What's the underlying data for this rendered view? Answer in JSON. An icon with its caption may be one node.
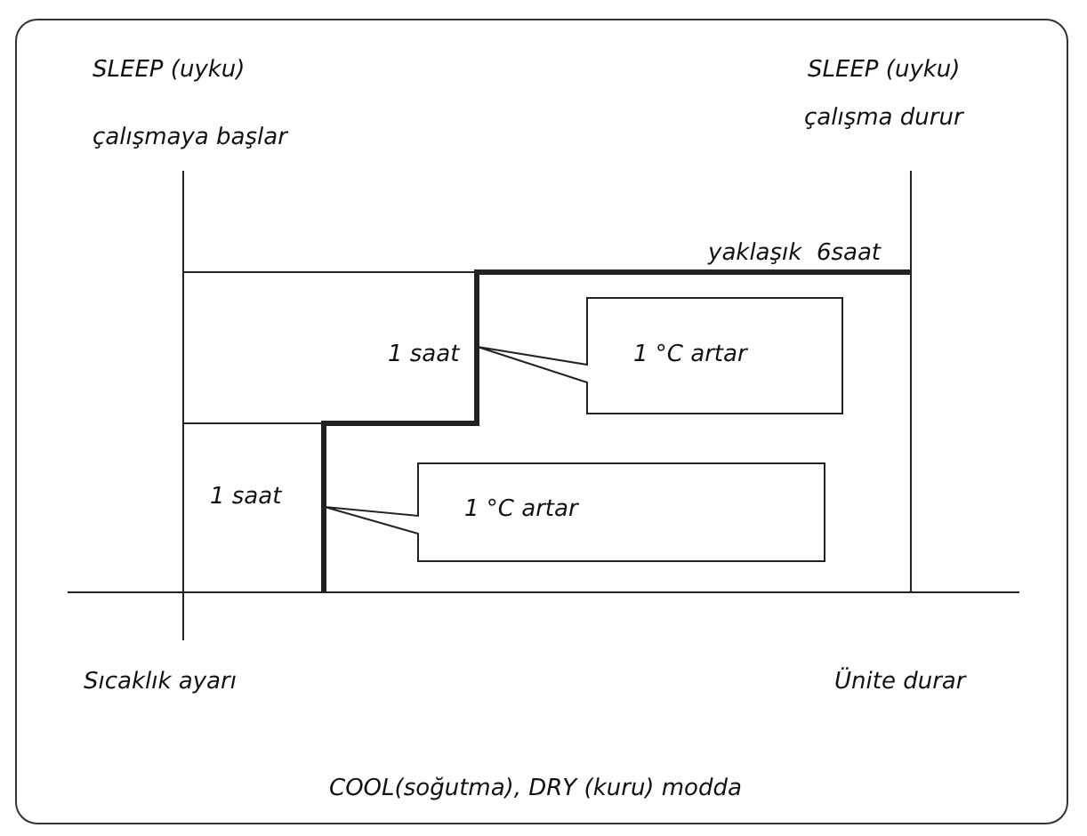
{
  "diagram": {
    "caption": "COOL(soğutma), DRY (kuru) modda",
    "nodes": [
      {
        "text": [
          "1 °C artar"
        ]
      },
      {
        "text": [
          "1 °C artar"
        ]
      }
    ],
    "labels": [
      "SLEEP (uyku)",
      "çalışmaya başlar",
      "SLEEP (uyku)",
      "çalışma durur",
      "yaklaşık  6saat",
      "1 saat",
      "1 saat",
      "Sıcaklık ayarı",
      "Ünite durar"
    ]
  }
}
